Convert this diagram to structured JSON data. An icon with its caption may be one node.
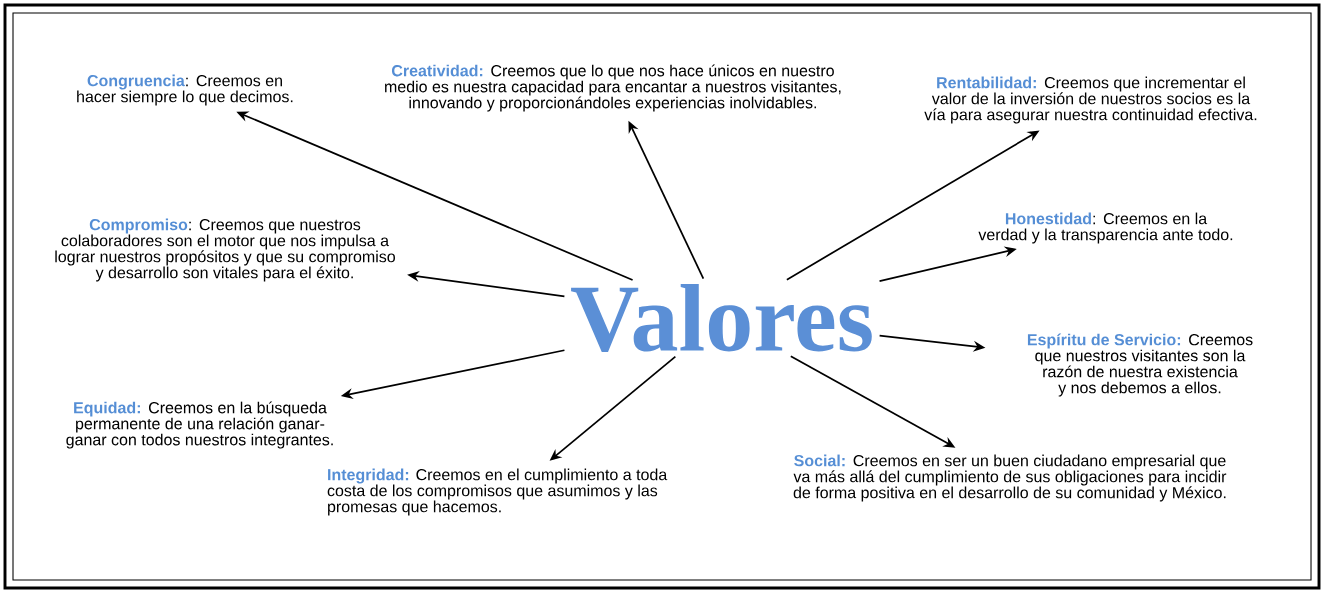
{
  "diagram": {
    "nodes": [
      {
        "text": [
          "Valores"
        ]
      },
      {
        "text": [
          "Congruencia",
          ": Creemos en hacer siempre lo que decimos."
        ]
      },
      {
        "text": [
          "Creatividad:",
          "Creemos que lo que nos hace únicos en nuestro medio es nuestra capacidad para encantar a nuestros visitantes, innovando y proporcionándoles experiencias inolvidables."
        ]
      },
      {
        "text": [
          "Rentabilidad:",
          "Creemos que incrementar el valor de la inversión de nuestros socios es la vía para asegurar nuestra continuidad efectiva."
        ]
      },
      {
        "text": [
          "Compromiso",
          ": Creemos que nuestros colaboradores son el motor que nos impulsa a lograr nuestros propósitos y que su compromiso y desarrollo son vitales para el éxito."
        ]
      },
      {
        "text": [
          "Honestidad",
          ": Creemos en la verdad y la transparencia ante todo."
        ]
      },
      {
        "text": [
          "Espíritu de Servicio:",
          "Creemos que nuestros visitantes son la razón de nuestra existencia y nos debemos a ellos."
        ]
      },
      {
        "text": [
          "Equidad:",
          "Creemos en la búsqueda permanente de una relación ganar-ganar con todos nuestros integrantes."
        ]
      },
      {
        "text": [
          "Integridad:",
          "Creemos en el cumplimiento a toda costa de los compromisos que asumimos y las promesas que hacemos."
        ]
      },
      {
        "text": [
          "Social:",
          "Creemos en ser un buen ciudadano empresarial que va más allá del cumplimiento de sus obligaciones para incidir de forma positiva en el desarrollo de su comunidad y México."
        ]
      }
    ],
    "edges": [
      {
        "from": 0,
        "to": 1,
        "arrow": "to"
      },
      {
        "from": 0,
        "to": 2,
        "arrow": "to"
      },
      {
        "from": 0,
        "to": 3,
        "arrow": "to"
      },
      {
        "from": 0,
        "to": 4,
        "arrow": "to"
      },
      {
        "from": 0,
        "to": 5,
        "arrow": "to"
      },
      {
        "from": 0,
        "to": 6,
        "arrow": "to"
      },
      {
        "from": 0,
        "to": 7,
        "arrow": "to"
      },
      {
        "from": 0,
        "to": 8,
        "arrow": "to"
      },
      {
        "from": 0,
        "to": 9,
        "arrow": "to"
      }
    ]
  }
}
